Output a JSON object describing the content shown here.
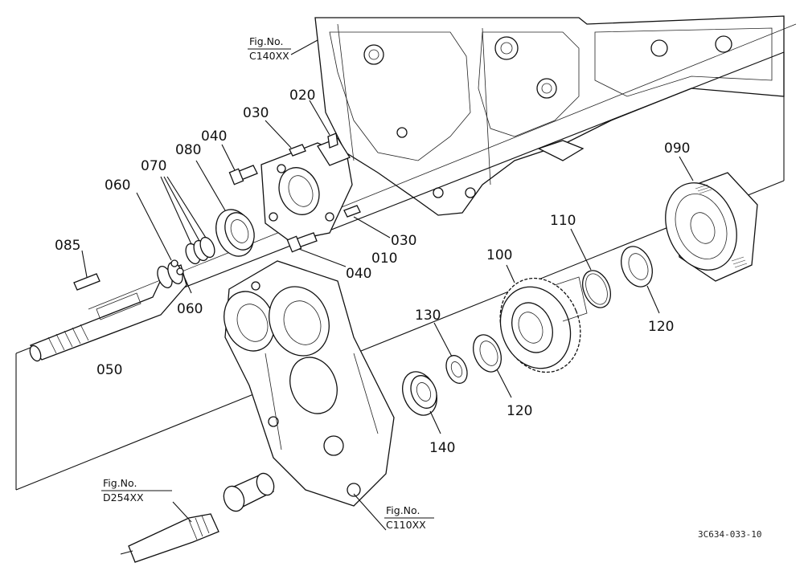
{
  "references": {
    "fig_c140": {
      "title": "Fig.No.",
      "code": "C140XX"
    },
    "fig_d254": {
      "title": "Fig.No.",
      "code": "D254XX"
    },
    "fig_c110": {
      "title": "Fig.No.",
      "code": "C110XX"
    }
  },
  "parts": {
    "p010": "010",
    "p020": "020",
    "p030a": "030",
    "p030b": "030",
    "p040a": "040",
    "p040b": "040",
    "p050": "050",
    "p060a": "060",
    "p060b": "060",
    "p070": "070",
    "p080": "080",
    "p085": "085",
    "p090": "090",
    "p100": "100",
    "p110": "110",
    "p120a": "120",
    "p120b": "120",
    "p130": "130",
    "p140": "140"
  },
  "drawing_code": "3C634-033-10"
}
